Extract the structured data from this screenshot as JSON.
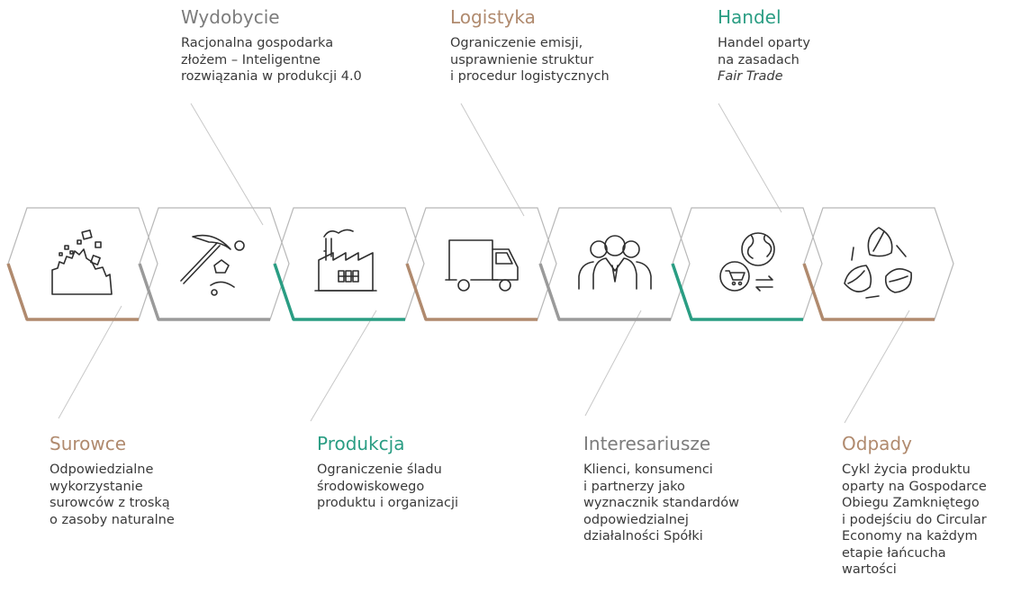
{
  "colors": {
    "brown": "#b08a6e",
    "gray": "#9a9a9a",
    "teal": "#2a9d83",
    "dark_gray": "#7c7c7c",
    "icon": "#2f2f2f"
  },
  "stages": [
    {
      "id": "surowce",
      "title": "Surowce",
      "title_color": "#b08a6e",
      "description": "Odpowiedzialne\nwykorzystanie\nsurowców z troską\no zasoby naturalne",
      "icon": "raw-materials-icon",
      "accent": "#b08a6e"
    },
    {
      "id": "wydobycie",
      "title": "Wydobycie",
      "title_color": "#7c7c7c",
      "description": "Racjonalna gospodarka\nzłożem – Inteligentne\nrozwiązania w produkcji 4.0",
      "icon": "pickaxe-icon",
      "accent": "#9a9a9a"
    },
    {
      "id": "produkcja",
      "title": "Produkcja",
      "title_color": "#2a9d83",
      "description": "Ograniczenie śladu\nśrodowiskowego\nproduktu i organizacji",
      "icon": "factory-icon",
      "accent": "#2a9d83"
    },
    {
      "id": "logistyka",
      "title": "Logistyka",
      "title_color": "#b08a6e",
      "description": "Ograniczenie emisji,\nusprawnienie struktur\ni procedur logistycznych",
      "icon": "truck-icon",
      "accent": "#b08a6e"
    },
    {
      "id": "interesariusze",
      "title": "Interesariusze",
      "title_color": "#7c7c7c",
      "description": "Klienci, konsumenci\ni partnerzy jako\nwyznacznik standardów\nodpowiedzialnej\ndziałalności Spółki",
      "icon": "people-icon",
      "accent": "#9a9a9a"
    },
    {
      "id": "handel",
      "title": "Handel",
      "title_color": "#2a9d83",
      "description": "Handel oparty\nna zasadach",
      "description_italic": "Fair Trade",
      "icon": "globe-cart-icon",
      "accent": "#2a9d83"
    },
    {
      "id": "odpady",
      "title": "Odpady",
      "title_color": "#b08a6e",
      "description": "Cykl życia produktu\noparty na Gospodarce\nObiegu Zamkniętego\ni podejściu do Circular\nEconomy na każdym\netapie łańcucha\nwartości",
      "icon": "recycle-leaves-icon",
      "accent": "#b08a6e"
    }
  ]
}
